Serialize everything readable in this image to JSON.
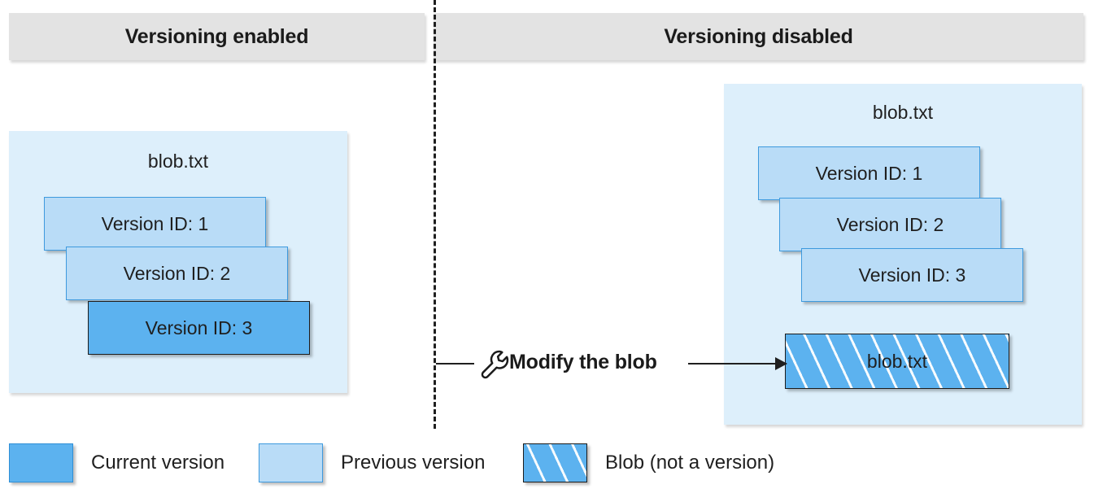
{
  "columns": [
    {
      "title": "Versioning enabled"
    },
    {
      "title": "Versioning disabled"
    }
  ],
  "panels": {
    "left": {
      "title": "blob.txt",
      "cards": [
        {
          "label": "Version ID: 1",
          "kind": "previous"
        },
        {
          "label": "Version ID: 2",
          "kind": "previous"
        },
        {
          "label": "Version ID: 3",
          "kind": "current"
        }
      ]
    },
    "right": {
      "title": "blob.txt",
      "cards": [
        {
          "label": "Version ID: 1",
          "kind": "previous"
        },
        {
          "label": "Version ID: 2",
          "kind": "previous"
        },
        {
          "label": "Version ID: 3",
          "kind": "previous"
        }
      ],
      "blob": {
        "label": "blob.txt",
        "kind": "hatched"
      }
    }
  },
  "connector": {
    "icon": "wrench-icon",
    "label": "Modify the blob"
  },
  "legend": [
    {
      "label": "Current version",
      "kind": "current"
    },
    {
      "label": "Previous version",
      "kind": "previous"
    },
    {
      "label": "Blob (not a version)",
      "kind": "hatched"
    }
  ],
  "colors": {
    "current_version": "#5cb2ef",
    "previous_version": "#b9dcf7",
    "panel_background": "#ddeffb",
    "header_background": "#e3e3e3",
    "stroke": "#1f1f1f"
  }
}
